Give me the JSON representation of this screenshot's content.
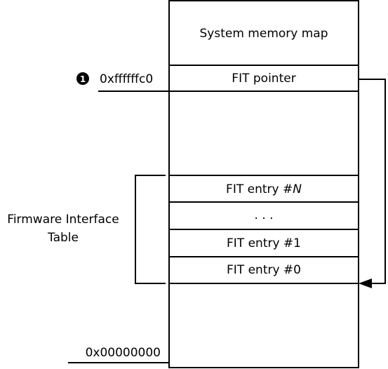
{
  "memory_map": {
    "title": "System memory map",
    "fit_pointer": "FIT pointer",
    "fit_entry_n_prefix": "FIT entry #",
    "fit_entry_n_var": "N",
    "ellipsis": ". . .",
    "fit_entry_1": "FIT entry #1",
    "fit_entry_0": "FIT entry #0"
  },
  "addresses": {
    "marker": "1",
    "top": "0xffffffc0",
    "bottom": "0x00000000"
  },
  "fit_label": {
    "line1": "Firmware Interface",
    "line2": "Table"
  }
}
